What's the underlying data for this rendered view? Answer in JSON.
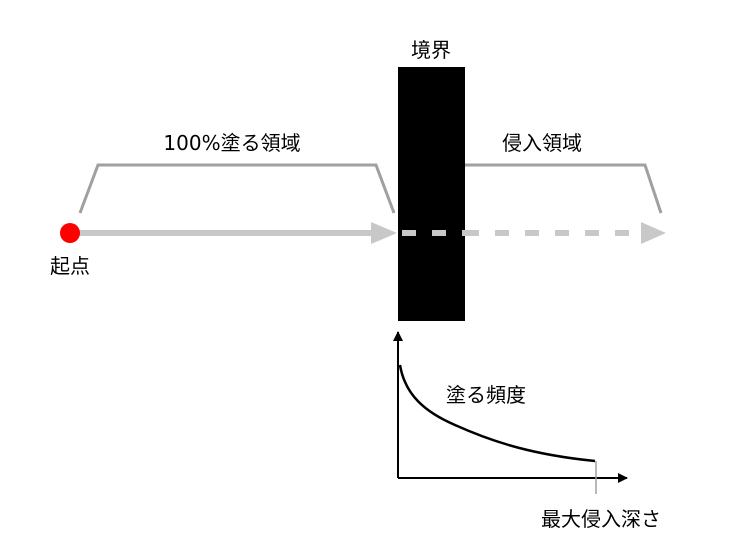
{
  "labels": {
    "boundary": "境界",
    "full_coverage_region": "100%塗る領域",
    "penetration_region": "侵入領域",
    "start_point": "起点",
    "paint_frequency": "塗る頻度",
    "max_penetration_depth": "最大侵入深さ"
  },
  "colors": {
    "boundary": "#000000",
    "start_point": "#ff0000",
    "arrow": "#c8c8c8",
    "bracket": "#a0a0a0",
    "curve": "#000000"
  }
}
